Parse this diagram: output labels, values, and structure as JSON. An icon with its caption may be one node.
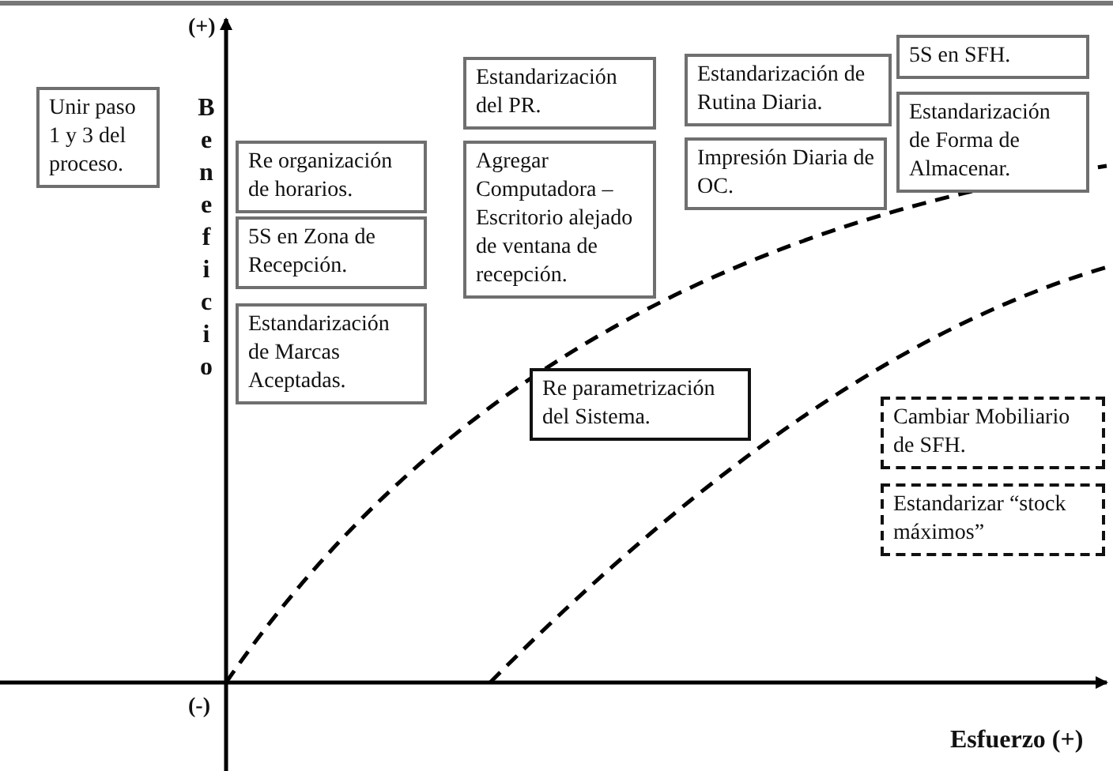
{
  "diagram": {
    "nodes": [
      {
        "text": [
          "Unir paso 1 y 3 del proceso."
        ]
      },
      {
        "text": [
          "Re organización de horarios."
        ]
      },
      {
        "text": [
          "5S en Zona de Recepción."
        ]
      },
      {
        "text": [
          "Estandarización de Marcas Aceptadas."
        ]
      },
      {
        "text": [
          "Estandarización del PR."
        ]
      },
      {
        "text": [
          "Agregar Computadora – Escritorio alejado de ventana de recepción."
        ]
      },
      {
        "text": [
          "Estandarización de Rutina Diaria."
        ]
      },
      {
        "text": [
          "Impresión Diaria de OC."
        ]
      },
      {
        "text": [
          "5S en SFH."
        ]
      },
      {
        "text": [
          "Estandarización de Forma de Almacenar."
        ]
      },
      {
        "text": [
          "Re parametrización del Sistema."
        ]
      },
      {
        "text": [
          "Cambiar Mobiliario de SFH."
        ]
      },
      {
        "text": [
          "Estandarizar “stock máximos”"
        ]
      }
    ],
    "labels": [
      "(+)",
      "Beneficio",
      "(-)",
      "Esfuerzo (+)"
    ]
  }
}
